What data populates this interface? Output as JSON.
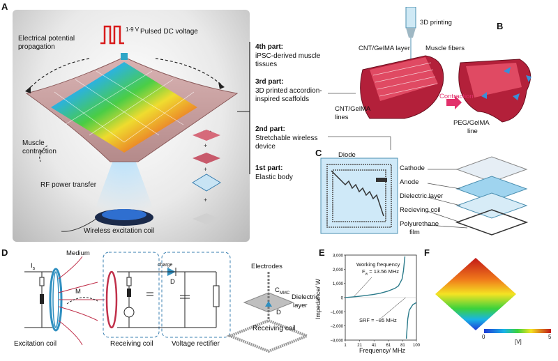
{
  "panels": {
    "a": "A",
    "b": "B",
    "c": "C",
    "d": "D",
    "e": "E",
    "f": "F"
  },
  "panel_a": {
    "pulse_label": "Pulsed DC voltage",
    "voltage_range": "1-9 V",
    "propagation": [
      "Electrical potential",
      "propagation"
    ],
    "muscle": [
      "Muscle",
      "contraction"
    ],
    "rf": "RF power transfer",
    "coil": "Wireless excitation coil"
  },
  "parts": [
    {
      "title": "4th part:",
      "desc": [
        "iPSC-derived muscle",
        "tissues"
      ]
    },
    {
      "title": "3rd part:",
      "desc": [
        "3D printed accordion-",
        "inspired scaffolds"
      ]
    },
    {
      "title": "2nd part:",
      "desc": [
        "Stretchable wireless",
        "device"
      ]
    },
    {
      "title": "1st part:",
      "desc": [
        "Elastic body"
      ]
    }
  ],
  "panel_b": {
    "printing": "3D printing",
    "cnt_layer": "CNT/GelMA layer",
    "fibers": "Muscle fibers",
    "cnt_lines": [
      "CNT/GelMA",
      "lines"
    ],
    "peg": [
      "PEG/GelMA",
      "line"
    ],
    "contraction": "Contraction"
  },
  "panel_c": {
    "diode": "Diode",
    "cathode": "Cathode",
    "anode": "Anode",
    "dielectric": "Dielectric layer",
    "receiving": "Recieving coil",
    "polyurethane": [
      "Polyurethane",
      "film"
    ]
  },
  "panel_d": {
    "medium": "Medium",
    "is": "I",
    "is_sub": "s",
    "m": "M",
    "d_label": "D",
    "charge": "charge",
    "excitation": "Excitation coil",
    "receiving": "Receiving coil",
    "rectifier": "Voltage rectifier",
    "electrodes": "Electrodes",
    "dielectric": [
      "Dielectric",
      "layer"
    ],
    "recv_coil": "Receiving coil",
    "cmmc": "C",
    "cmmc_sub": "MMC",
    "d_3d": "D"
  },
  "panel_e": {
    "working": "Working frequency",
    "fw": "F",
    "fw_sub": "w",
    "fw_val": " = 13.56 MHz",
    "srf": "SRF = ~85 MHz",
    "ylabel": "Impedance/ W",
    "xlabel": "Frequency/ MHz",
    "yticks": [
      "3,000",
      "2,000",
      "1,000",
      "0",
      "−1,000",
      "−2,000",
      "−3,000"
    ],
    "xticks": [
      "1",
      "21",
      "41",
      "61",
      "81",
      "100"
    ]
  },
  "panel_f": {
    "unit": "[V]",
    "ticks": [
      "0",
      "5"
    ]
  },
  "chart_data": {
    "type": "line",
    "xlabel": "Frequency/ MHz",
    "ylabel": "Impedance/ W",
    "xlim": [
      1,
      100
    ],
    "ylim": [
      -3000,
      3000
    ],
    "x": [
      1,
      10,
      20,
      30,
      40,
      50,
      60,
      70,
      75,
      80,
      82,
      84,
      85,
      86,
      88,
      90,
      95,
      100
    ],
    "series": [
      {
        "values": [
          5,
          40,
          90,
          150,
          220,
          310,
          450,
          650,
          820,
          1300,
          1900,
          2900,
          0,
          -2900,
          -1500,
          -900,
          -500,
          -350
        ]
      }
    ]
  }
}
